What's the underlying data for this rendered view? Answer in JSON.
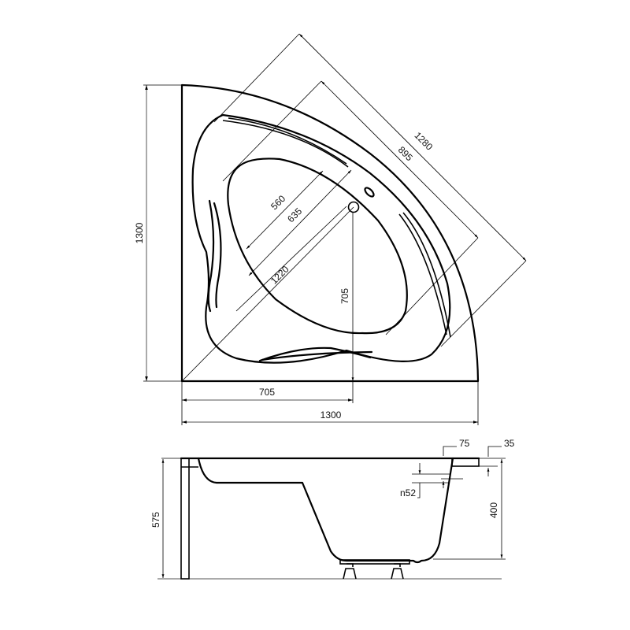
{
  "drawing": {
    "stroke_color": "#000000",
    "background": "#ffffff",
    "top_view": {
      "dimensions": {
        "outer_height": "1300",
        "outer_width": "1300",
        "diag_outer": "1280",
        "diag_rim": "895",
        "inner_560": "560",
        "inner_635": "635",
        "diag_1220": "1220",
        "drain_x": "705",
        "drain_y": "705"
      }
    },
    "side_view": {
      "dimensions": {
        "total_height": "575",
        "depth": "400",
        "rim_width": "75",
        "rim_thickness": "35",
        "overflow": "n52"
      }
    }
  }
}
